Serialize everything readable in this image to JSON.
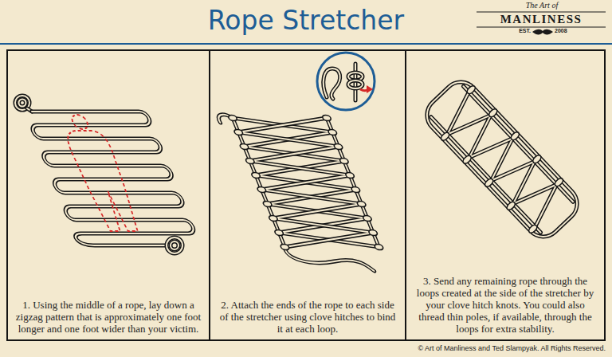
{
  "diagram": {
    "title": "Rope Stretcher",
    "nodes": [
      {
        "text": [
          "1. Using the middle of a rope, lay down a zigzag pattern that is approximately one foot longer and one foot wider than your victim."
        ]
      },
      {
        "text": [
          "2. Attach the ends of the rope to each side of the stretcher using clove hitches to bind it at each loop."
        ]
      },
      {
        "text": [
          "3. Send any remaining rope through the loops created at the side of the stretcher by your clove hitch knots. You could also thread thin poles, if available, through the loops for extra stability."
        ]
      }
    ],
    "labels": [
      "The Art of",
      "MANLINESS",
      "EST.",
      "2008",
      "© Art of Manliness and Ted Slampyak. All Rights Reserved."
    ]
  }
}
